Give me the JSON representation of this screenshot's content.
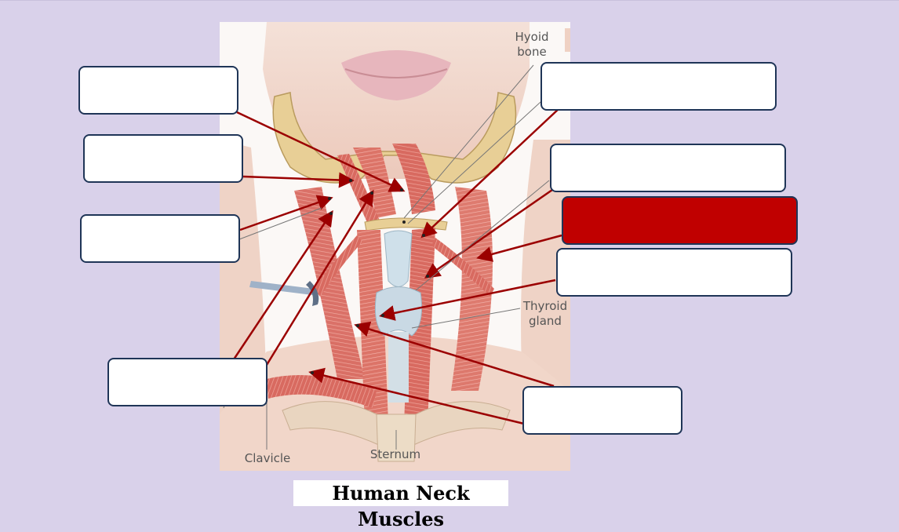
{
  "figure": {
    "labels": {
      "hyoid": "Hyoid\nbone",
      "thyroid": "Thyroid\ngland",
      "clavicle": "Clavicle",
      "sternum": "Sternum"
    }
  },
  "caption": "Human Neck Muscles",
  "colors": {
    "background": "#d9d1ea",
    "box_border": "#1f3557",
    "highlight": "#c00000",
    "arrow": "#9b0000",
    "muscle": "#d9706a"
  }
}
